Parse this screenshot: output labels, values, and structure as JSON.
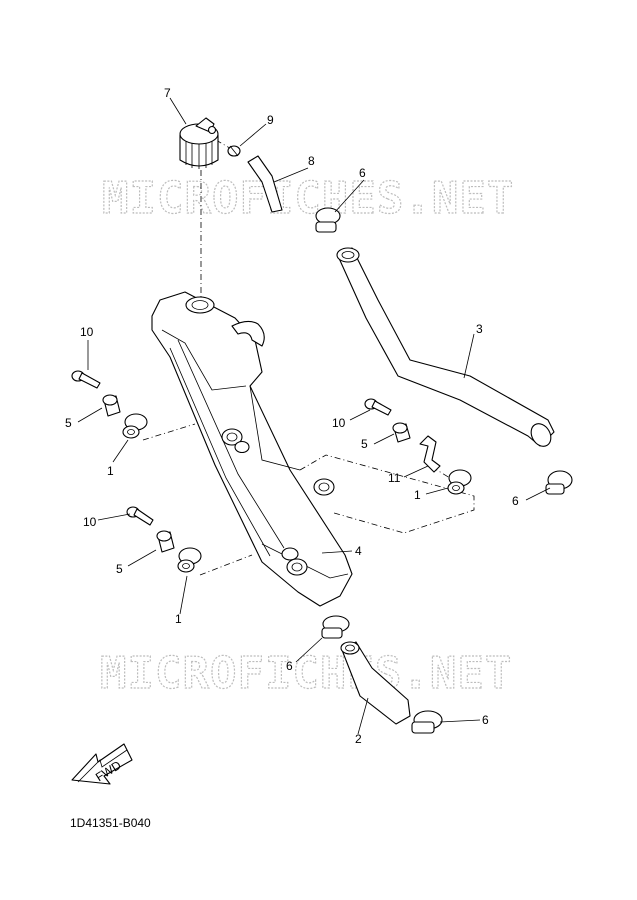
{
  "watermark": "MICROFICHES.NET",
  "diagram_code": "1D41351-B040",
  "fwd_label": "FWD",
  "callouts": {
    "c1a": "1",
    "c1b": "1",
    "c1c": "1",
    "c2": "2",
    "c3": "3",
    "c4": "4",
    "c5a": "5",
    "c5b": "5",
    "c5c": "5",
    "c6a": "6",
    "c6b": "6",
    "c6c": "6",
    "c6d": "6",
    "c7": "7",
    "c8": "8",
    "c9": "9",
    "c10a": "10",
    "c10b": "10",
    "c10c": "10",
    "c11": "11"
  },
  "parts": [
    {
      "ref": "1",
      "icon": "grommet-icon"
    },
    {
      "ref": "2",
      "icon": "hose-2-icon"
    },
    {
      "ref": "3",
      "icon": "hose-3-icon"
    },
    {
      "ref": "4",
      "icon": "radiator-tank-icon"
    },
    {
      "ref": "5",
      "icon": "collar-icon"
    },
    {
      "ref": "6",
      "icon": "hose-clamp-icon"
    },
    {
      "ref": "7",
      "icon": "radiator-cap-icon"
    },
    {
      "ref": "8",
      "icon": "breather-hose-icon"
    },
    {
      "ref": "9",
      "icon": "small-clamp-icon"
    },
    {
      "ref": "10",
      "icon": "bolt-icon"
    },
    {
      "ref": "11",
      "icon": "wire-clip-icon"
    }
  ]
}
